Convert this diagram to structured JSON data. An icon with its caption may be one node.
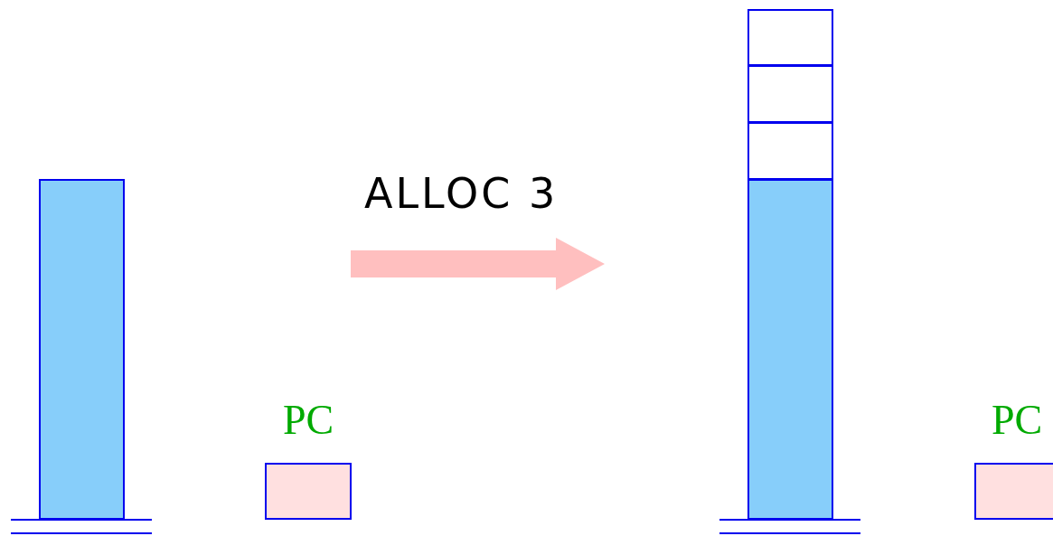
{
  "diagram": {
    "nodes": [
      {
        "text": [],
        "shape": "bar"
      },
      {
        "text": [
          "PC"
        ]
      },
      {
        "text": [],
        "shape": "box"
      },
      {
        "text": [],
        "shape": "box"
      },
      {
        "text": [],
        "shape": "box"
      },
      {
        "text": [],
        "shape": "bar"
      },
      {
        "text": [
          "PC"
        ]
      }
    ],
    "labels": [
      "ALLOC 3"
    ]
  }
}
